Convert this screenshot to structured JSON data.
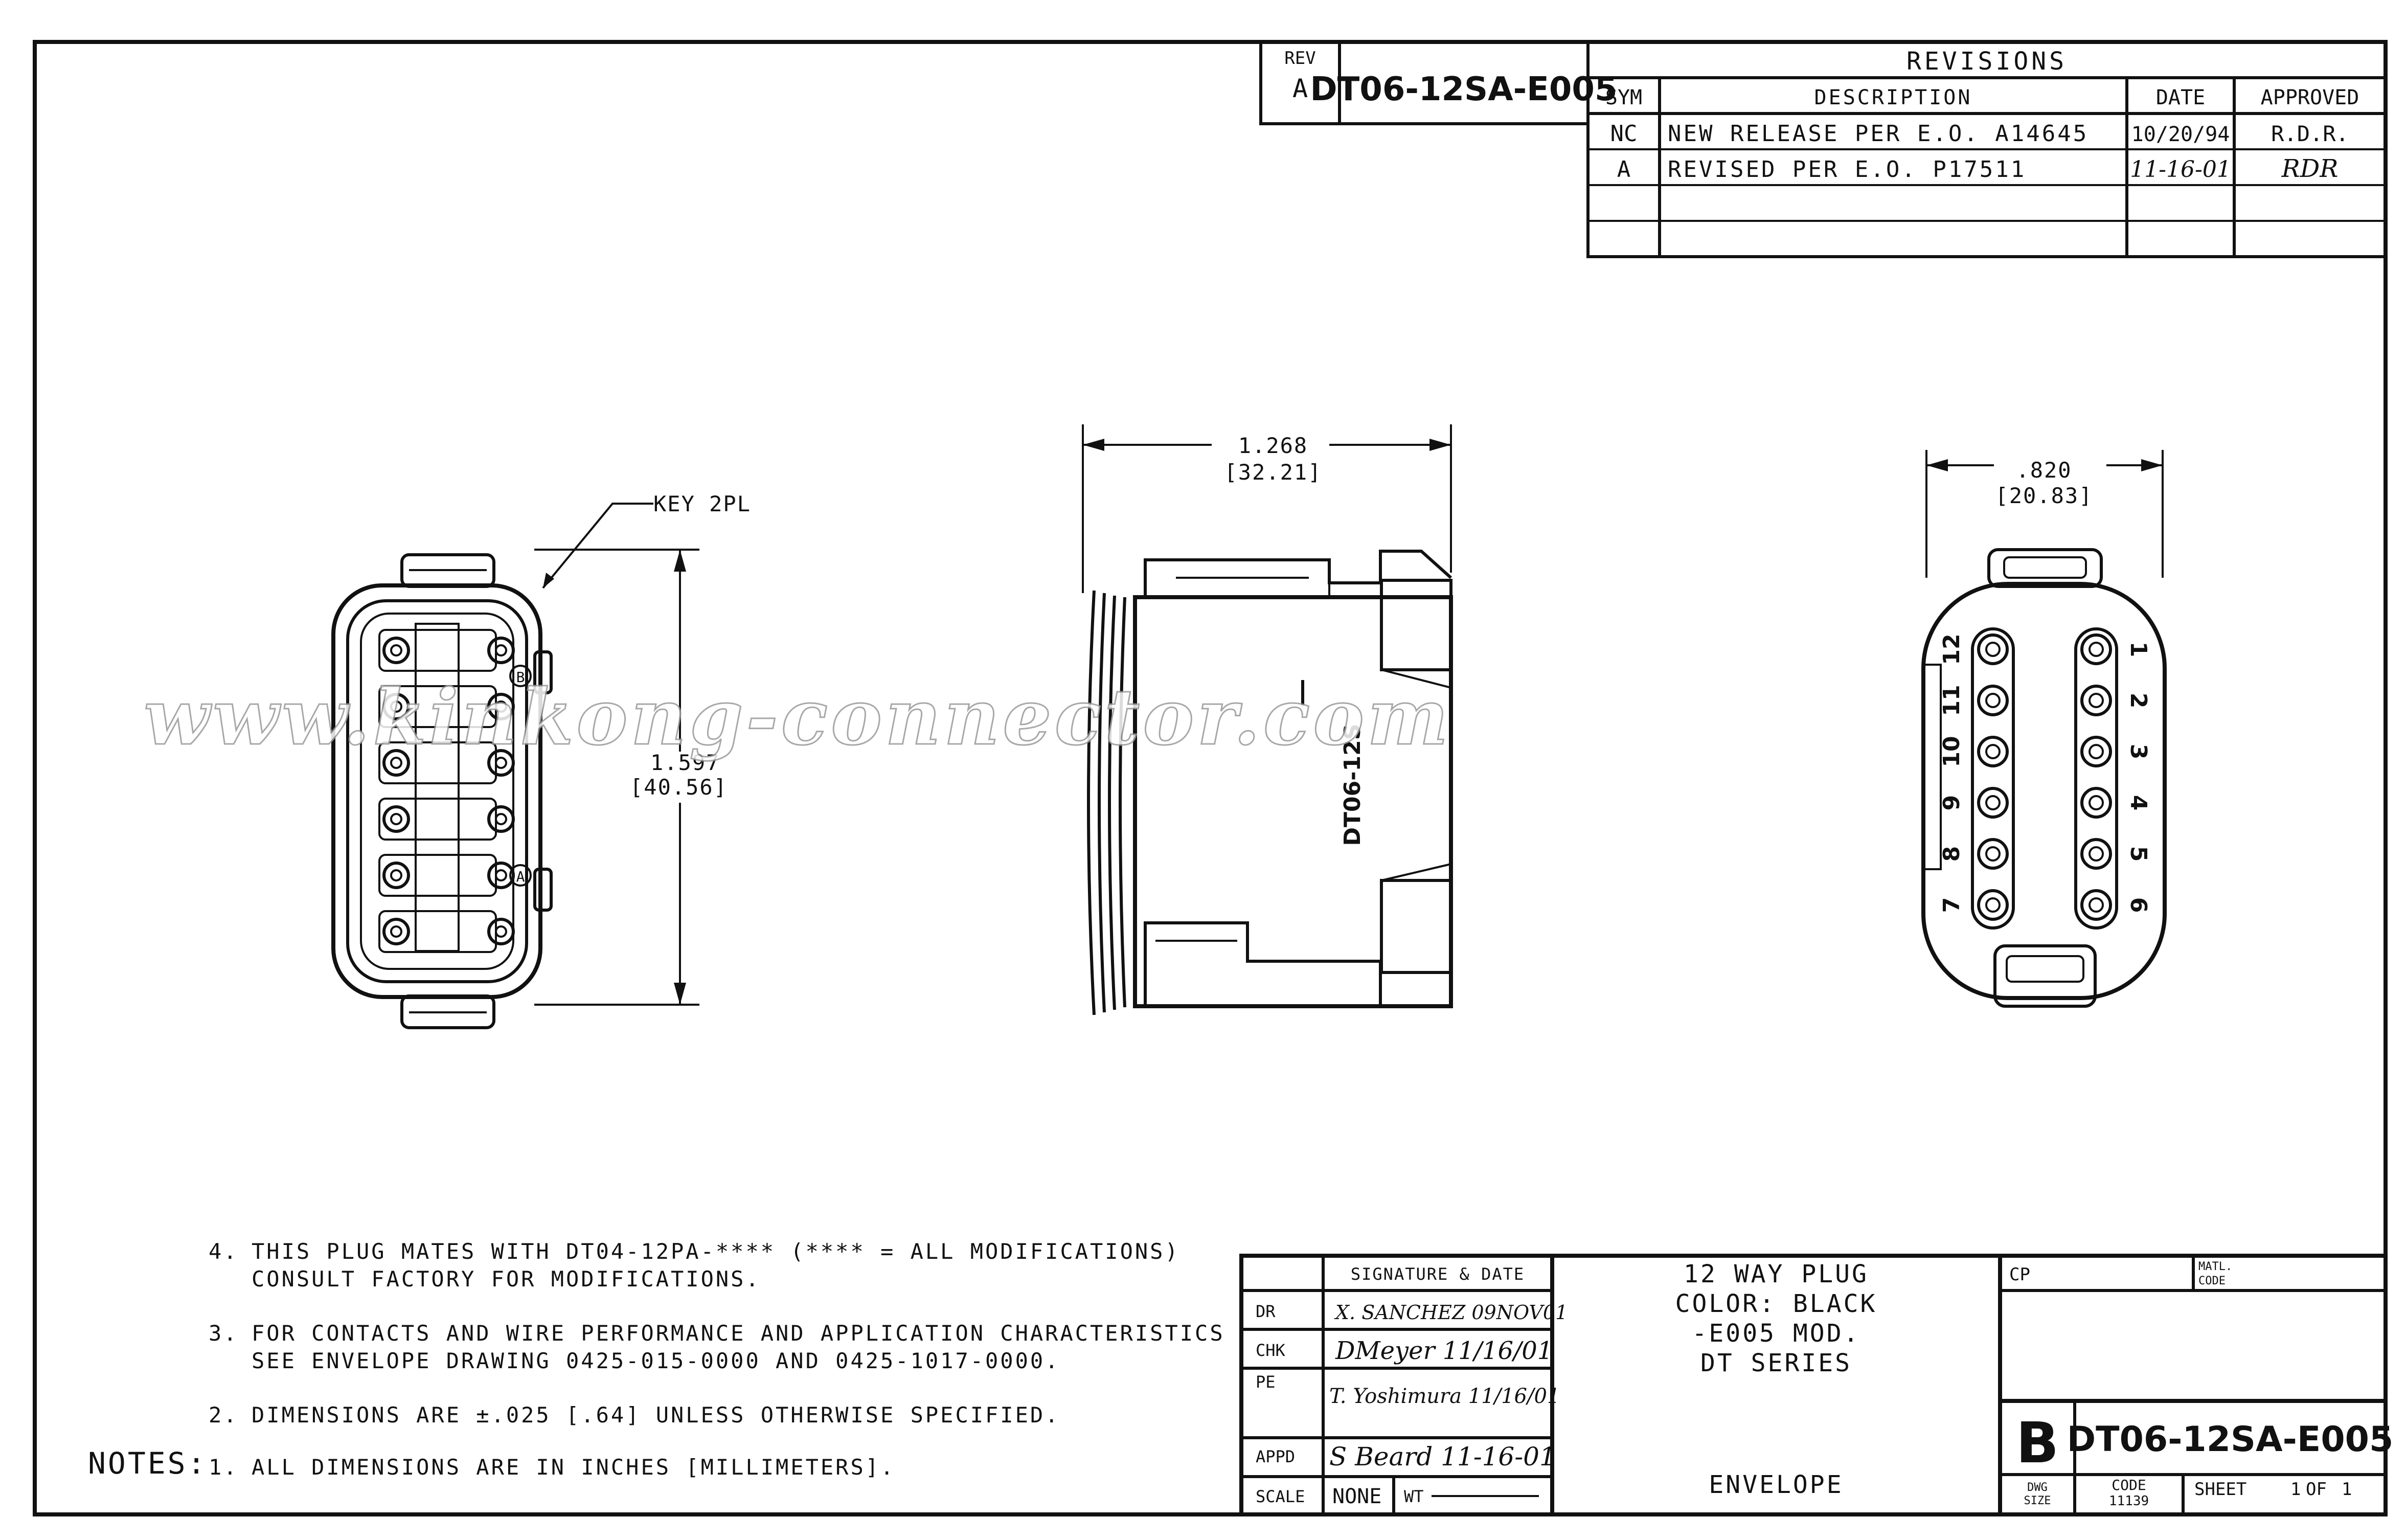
{
  "title_box": {
    "rev_label": "REV",
    "rev_value": "A",
    "drawing_number": "DT06-12SA-E005"
  },
  "revisions": {
    "title": "REVISIONS",
    "headers": [
      "SYM",
      "DESCRIPTION",
      "DATE",
      "APPROVED"
    ],
    "rows": [
      {
        "sym": "NC",
        "description": "NEW RELEASE PER E.O. A14645",
        "date": "10/20/94",
        "approved": "R.D.R."
      },
      {
        "sym": "A",
        "description": "REVISED PER E.O. P17511",
        "date": "11-16-01",
        "approved": "RDR"
      }
    ]
  },
  "views": {
    "front": {
      "key_label": "KEY 2PL",
      "height_in": "1.597",
      "height_mm": "[40.56]",
      "cavity_letters": [
        "B",
        "A"
      ]
    },
    "side": {
      "width_in": "1.268",
      "width_mm": "[32.21]",
      "part_marking": "DT06-12S"
    },
    "rear": {
      "width_in": ".820",
      "width_mm": "[20.83]",
      "left_numbers": [
        "12",
        "11",
        "10",
        "9",
        "8",
        "7"
      ],
      "right_numbers": [
        "1",
        "2",
        "3",
        "4",
        "5",
        "6"
      ]
    }
  },
  "notes": {
    "label": "NOTES:",
    "items": [
      {
        "num": "4.",
        "line1": "THIS PLUG MATES WITH DT04-12PA-**** (**** = ALL MODIFICATIONS)",
        "line2": "CONSULT FACTORY FOR MODIFICATIONS."
      },
      {
        "num": "3.",
        "line1": "FOR CONTACTS AND WIRE PERFORMANCE AND APPLICATION CHARACTERISTICS",
        "line2": "SEE ENVELOPE DRAWING 0425-015-0000 AND 0425-1017-0000."
      },
      {
        "num": "2.",
        "line1": "DIMENSIONS ARE ±.025 [.64] UNLESS OTHERWISE SPECIFIED."
      },
      {
        "num": "1.",
        "line1": "ALL DIMENSIONS ARE IN INCHES [MILLIMETERS]."
      }
    ]
  },
  "title_block": {
    "signature_header": "SIGNATURE & DATE",
    "dr_label": "DR",
    "dr_value": "X. SANCHEZ 09NOV01",
    "chk_label": "CHK",
    "chk_value": "DMeyer 11/16/01",
    "pe_label": "PE",
    "pe_value": "T. Yoshimura 11/16/01",
    "appd_label": "APPD",
    "appd_value": "S Beard 11-16-01",
    "scale_label": "SCALE",
    "scale_value": "NONE",
    "wt_label": "WT",
    "desc_lines": [
      "12 WAY PLUG",
      "COLOR: BLACK",
      "-E005 MOD.",
      "DT SERIES"
    ],
    "envelope": "ENVELOPE",
    "cp_label": "CP",
    "matl_label": "MATL.",
    "code_label": "CODE",
    "size": "B",
    "drawing_number": "DT06-12SA-E005",
    "dwg_label": "DWG",
    "size_label": "SIZE",
    "code_value": "11139",
    "sheet_label": "SHEET",
    "sheet_value": "1",
    "of_label": "OF",
    "of_value": "1"
  },
  "watermark": "www.kinkong-connector.com"
}
